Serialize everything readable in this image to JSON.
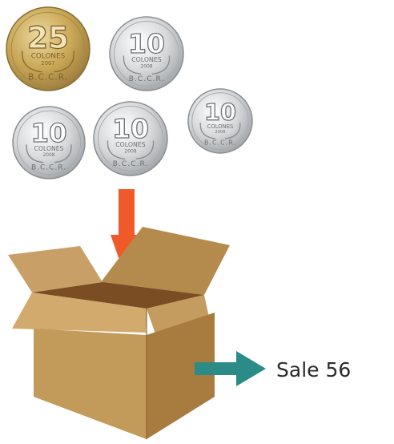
{
  "coins": [
    {
      "value": "25",
      "text": "COLONES",
      "year": "2007",
      "bank": "B.C.C.R.",
      "metal": "gold"
    },
    {
      "value": "10",
      "text": "COLONES",
      "year": "2008",
      "bank": "B.C.C.R.",
      "metal": "silver"
    },
    {
      "value": "10",
      "text": "COLONES",
      "year": "2008",
      "bank": "B.C.C.R.",
      "metal": "silver"
    },
    {
      "value": "10",
      "text": "COLONES",
      "year": "2008",
      "bank": "B.C.C.R.",
      "metal": "silver"
    },
    {
      "value": "10",
      "text": "COLONES",
      "year": "2008",
      "bank": "B.C.C.R.",
      "metal": "silver"
    }
  ],
  "output_label": "Sale 56",
  "colors": {
    "arrow_in": "#f05a2a",
    "arrow_out": "#2a8b87",
    "gold": "#c9a857",
    "silver": "#d4d6d8",
    "box_front": "#c29a5a",
    "box_side": "#a87b3f",
    "box_inside": "#7a4e22"
  }
}
